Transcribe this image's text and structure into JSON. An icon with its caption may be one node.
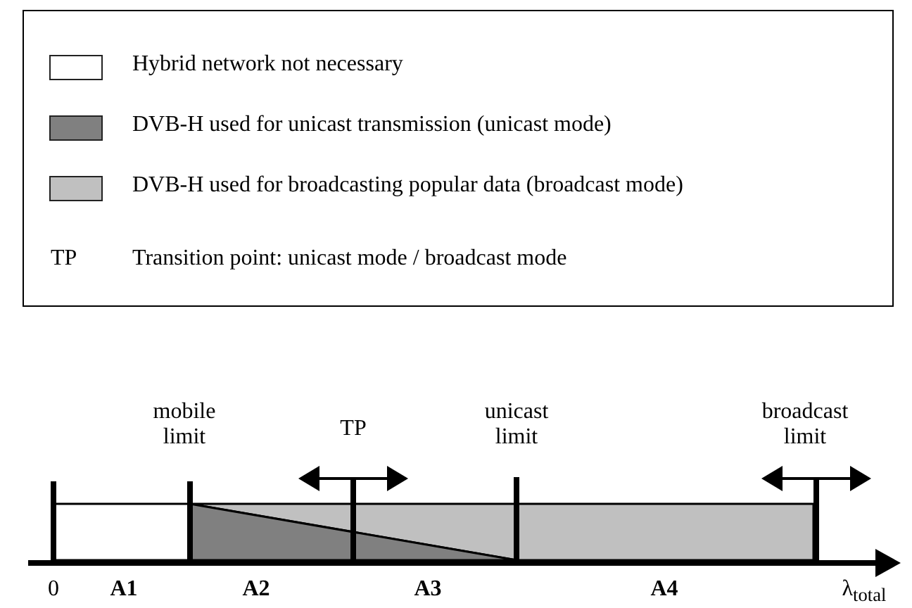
{
  "diagram": {
    "legend": [
      {
        "text": "Hybrid network not necessary",
        "color": "#ffffff"
      },
      {
        "text": "DVB-H used for unicast transmission (unicast mode)",
        "color": "#808080"
      },
      {
        "text": "DVB-H used for broadcasting popular data  (broadcast mode)",
        "color": "#c0c0c0"
      }
    ],
    "labels": [
      "TP",
      "Transition point: unicast mode / broadcast mode",
      "mobile limit",
      "TP",
      "unicast limit",
      "broadcast limit",
      "0",
      "A1",
      "A2",
      "A3",
      "A4",
      "λ$_{total}$"
    ]
  }
}
